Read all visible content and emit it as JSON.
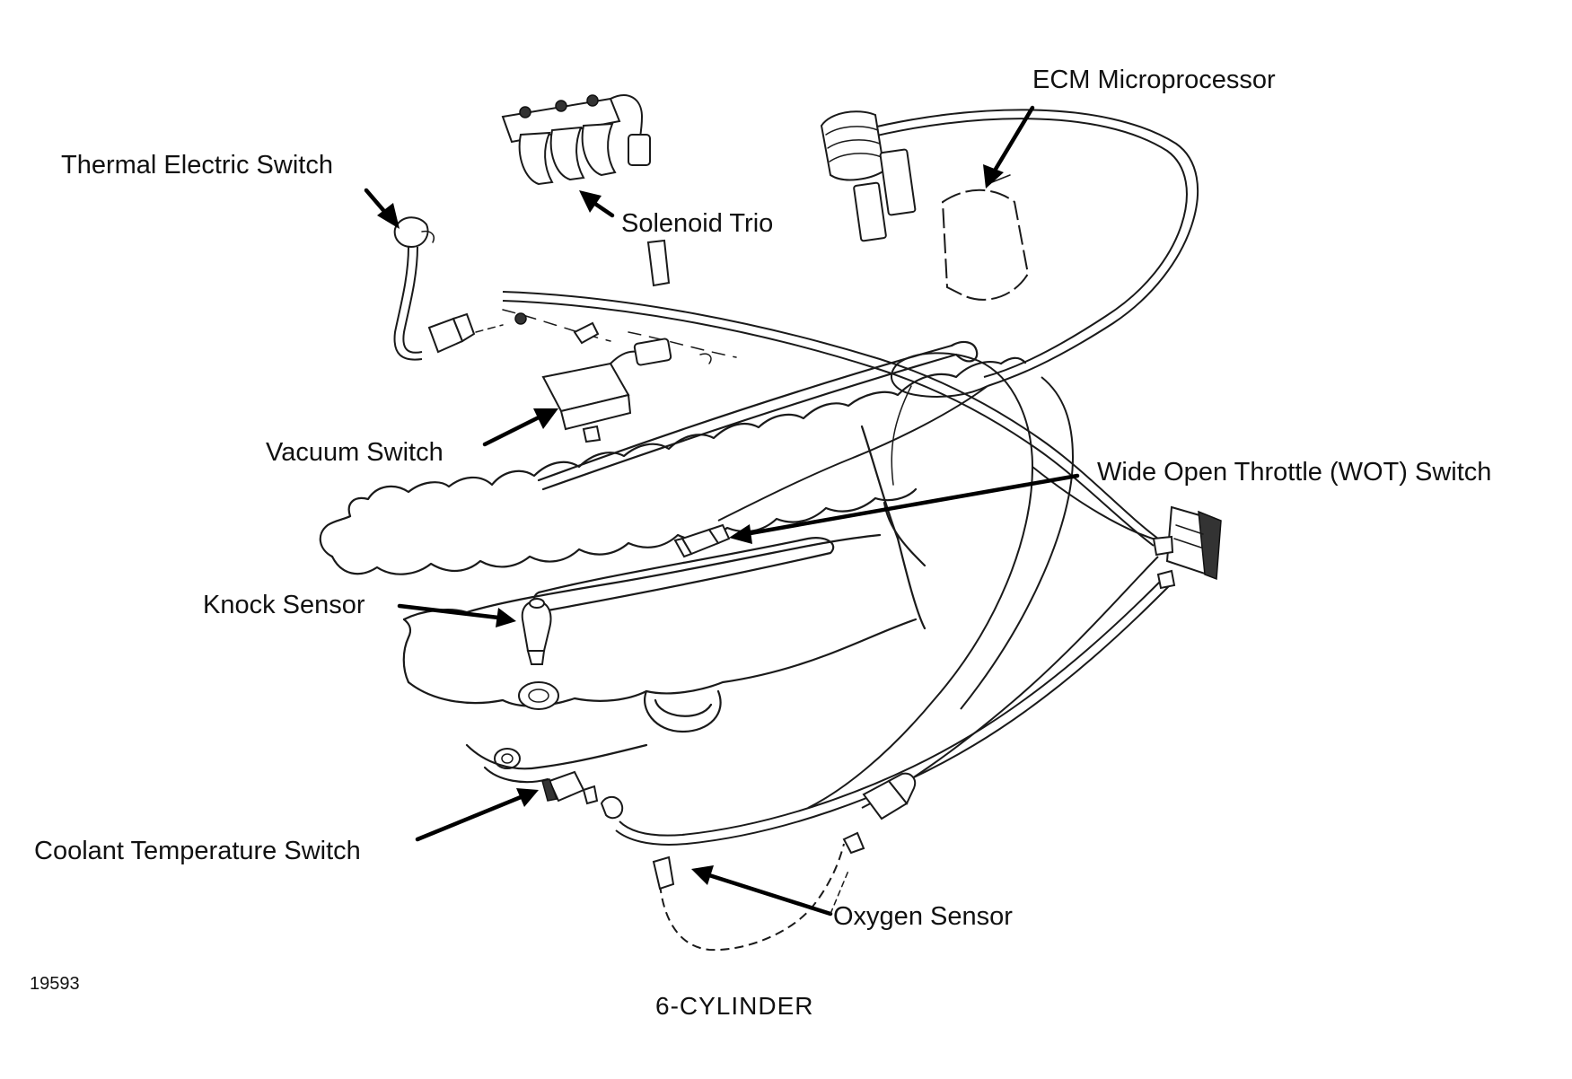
{
  "labels": {
    "thermal_electric_switch": "Thermal Electric Switch",
    "solenoid_trio": "Solenoid Trio",
    "ecm_microprocessor": "ECM Microprocessor",
    "vacuum_switch": "Vacuum Switch",
    "wot_switch": "Wide Open Throttle (WOT) Switch",
    "knock_sensor": "Knock Sensor",
    "coolant_temperature_switch": "Coolant Temperature Switch",
    "oxygen_sensor": "Oxygen Sensor"
  },
  "figure_number": "19593",
  "caption": "6-CYLINDER"
}
